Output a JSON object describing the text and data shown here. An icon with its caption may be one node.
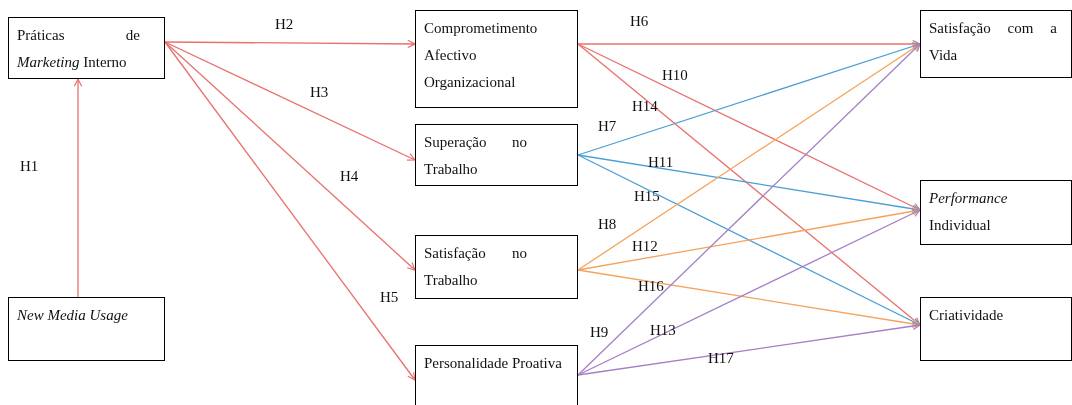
{
  "diagram": {
    "nodes": [
      {
        "text": [
          "Práticas de *Marketing* Interno"
        ]
      },
      {
        "text": [
          "New Media Usage"
        ]
      },
      {
        "text": [
          "Comprometimento Afectivo Organizacional"
        ]
      },
      {
        "text": [
          "Superação no Trabalho"
        ]
      },
      {
        "text": [
          "Satisfação no Trabalho"
        ]
      },
      {
        "text": [
          "Personalidade Proativa"
        ]
      },
      {
        "text": [
          "Satisfação com a Vida"
        ]
      },
      {
        "text": [
          "*Performance* Individual"
        ]
      },
      {
        "text": [
          "Criatividade"
        ]
      }
    ],
    "edges": [
      {
        "from": 1,
        "to": 0,
        "arrow": "to",
        "label": "H1"
      },
      {
        "from": 0,
        "to": 2,
        "arrow": "to",
        "label": "H2"
      },
      {
        "from": 0,
        "to": 3,
        "arrow": "to",
        "label": "H3"
      },
      {
        "from": 0,
        "to": 4,
        "arrow": "to",
        "label": "H4"
      },
      {
        "from": 0,
        "to": 5,
        "arrow": "to",
        "label": "H5"
      },
      {
        "from": 2,
        "to": 6,
        "arrow": "to",
        "label": "H6"
      },
      {
        "from": 2,
        "to": 7,
        "arrow": "to",
        "label": "H10"
      },
      {
        "from": 2,
        "to": 8,
        "arrow": "to",
        "label": "H14"
      },
      {
        "from": 3,
        "to": 6,
        "arrow": "to",
        "label": "H7",
        "color": "#4a9fd4"
      },
      {
        "from": 3,
        "to": 7,
        "arrow": "to",
        "label": "H11",
        "color": "#4a9fd4"
      },
      {
        "from": 3,
        "to": 8,
        "arrow": "to",
        "label": "H15",
        "color": "#4a9fd4"
      },
      {
        "from": 4,
        "to": 6,
        "arrow": "to",
        "label": "H8",
        "color": "#f5a35c"
      },
      {
        "from": 4,
        "to": 7,
        "arrow": "to",
        "label": "H12",
        "color": "#f5a35c"
      },
      {
        "from": 4,
        "to": 8,
        "arrow": "to",
        "label": "H16",
        "color": "#f5a35c"
      },
      {
        "from": 5,
        "to": 6,
        "arrow": "to",
        "label": "H9",
        "color": "#a57fc4"
      },
      {
        "from": 5,
        "to": 7,
        "arrow": "to",
        "label": "H13",
        "color": "#a57fc4"
      },
      {
        "from": 5,
        "to": 8,
        "arrow": "to",
        "label": "H17",
        "color": "#a57fc4"
      }
    ]
  }
}
